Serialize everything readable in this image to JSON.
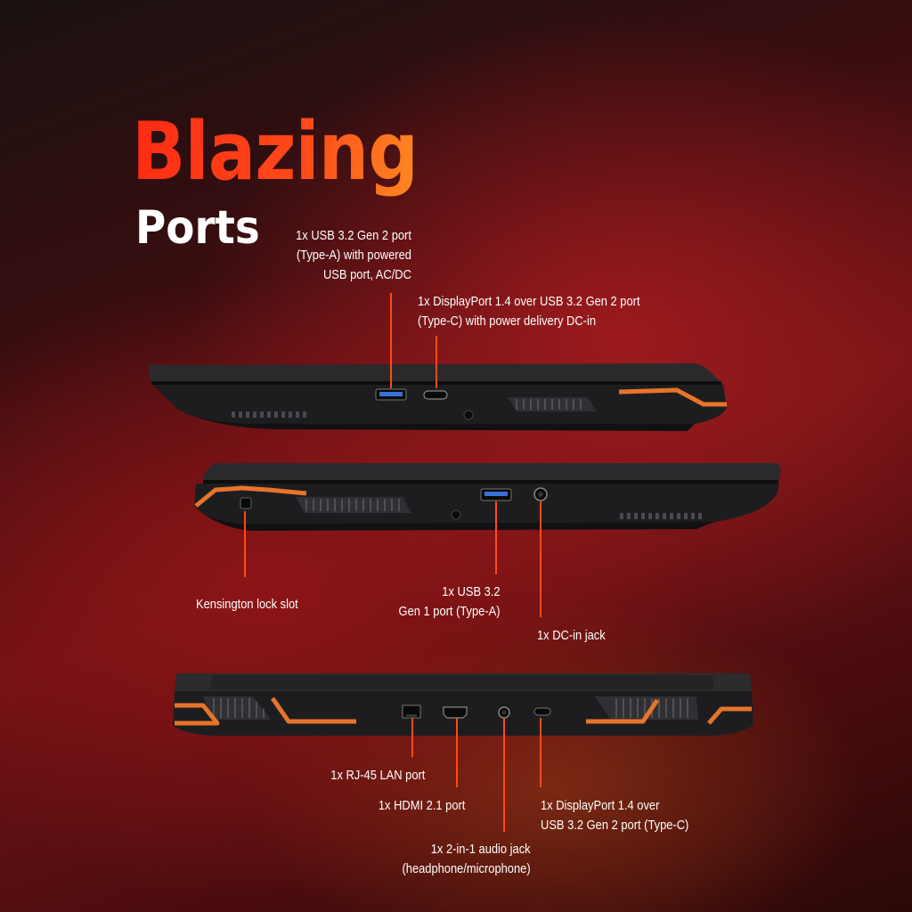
{
  "heading": {
    "title": "Blazing",
    "subtitle": "Ports"
  },
  "views": {
    "right_side": {
      "name": "right-side",
      "callouts": [
        {
          "id": "usb-typea-powered",
          "lines": [
            "1x USB 3.2 Gen 2 port",
            "(Type-A) with powered",
            "USB port, AC/DC"
          ]
        },
        {
          "id": "displayport-typec-pd",
          "lines": [
            "1x DisplayPort 1.4 over USB 3.2 Gen 2 port",
            "(Type-C) with power delivery DC-in"
          ]
        }
      ]
    },
    "left_side": {
      "name": "left-side",
      "callouts": [
        {
          "id": "kensington",
          "lines": [
            "Kensington lock slot"
          ]
        },
        {
          "id": "usb-gen1",
          "lines": [
            "1x USB 3.2",
            "Gen 1 port (Type-A)"
          ]
        },
        {
          "id": "dc-in",
          "lines": [
            "1x DC-in jack"
          ]
        }
      ]
    },
    "rear": {
      "name": "rear",
      "callouts": [
        {
          "id": "rj45",
          "lines": [
            "1x RJ-45 LAN port"
          ]
        },
        {
          "id": "hdmi",
          "lines": [
            "1x HDMI 2.1 port"
          ]
        },
        {
          "id": "audio",
          "lines": [
            "1x 2-in-1 audio jack",
            "(headphone/microphone)"
          ]
        },
        {
          "id": "dp-typec",
          "lines": [
            "1x DisplayPort 1.4 over",
            "USB 3.2 Gen 2 port (Type-C)"
          ]
        }
      ]
    }
  },
  "colors": {
    "accent": "#ff4a14",
    "trim": "#e8742a",
    "chassis": "#1c1c1e",
    "title_from": "#ff2a12",
    "title_to": "#ff8a20"
  }
}
